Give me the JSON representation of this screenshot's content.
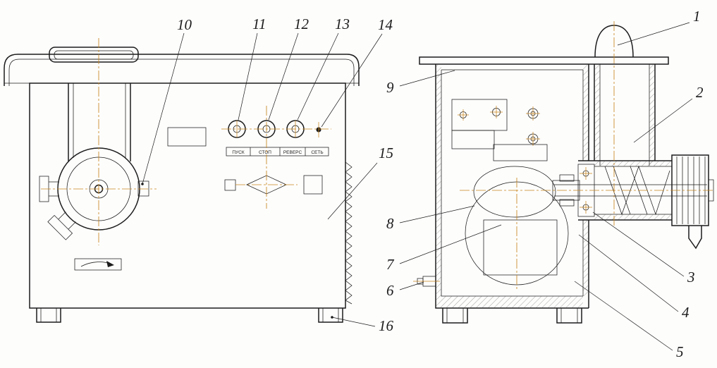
{
  "drawing": {
    "callouts": [
      {
        "label": "1"
      },
      {
        "label": "2"
      },
      {
        "label": "3"
      },
      {
        "label": "4"
      },
      {
        "label": "5"
      },
      {
        "label": "6"
      },
      {
        "label": "7"
      },
      {
        "label": "8"
      },
      {
        "label": "9"
      },
      {
        "label": "10"
      },
      {
        "label": "11"
      },
      {
        "label": "12"
      },
      {
        "label": "13"
      },
      {
        "label": "14"
      },
      {
        "label": "15"
      },
      {
        "label": "16"
      }
    ],
    "control_panel": {
      "labels": [
        "ПУСК",
        "СТОП",
        "РЕВЕРС",
        "СЕТЬ"
      ]
    },
    "colors": {
      "object_line": "#1c1c1c",
      "centerline": "#c8851e",
      "background": "#fdfdfc"
    }
  }
}
